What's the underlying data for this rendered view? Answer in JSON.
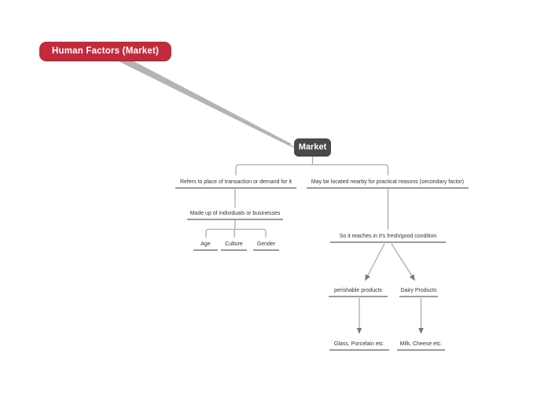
{
  "app": {
    "type": "mind-map",
    "background": "#ffffff"
  },
  "palette": {
    "root_node_bg": "#c32b3c",
    "market_node_bg": "#4a4a4a",
    "node_text": "#ffffff",
    "label_text": "#333333",
    "line": "#ababab",
    "underline": "#9c9c9c",
    "arrowhead": "#777777",
    "taper_line": "#b4b4b4"
  },
  "nodes": {
    "root": {
      "label": "Human Factors (Market)",
      "color": "#c32b3c"
    },
    "market": {
      "label": "Market",
      "color": "#4a4a4a"
    }
  },
  "branches": {
    "refers": {
      "label": "Refers to place of transaction or demand for it"
    },
    "located": {
      "label": "May be located nearby for practical reasons (secondary factor)"
    },
    "made_up": {
      "label": "Made up of individuals or businesses"
    },
    "age": {
      "label": "Age"
    },
    "culture": {
      "label": "Culture"
    },
    "gender": {
      "label": "Gender"
    },
    "fresh": {
      "label": "So it reaches in it's fresh/good condition"
    },
    "perishable": {
      "label": "perishable products"
    },
    "dairy": {
      "label": "Dairy Products"
    },
    "glass": {
      "label": "Glass, Porcelain etc."
    },
    "milk": {
      "label": "Milk, Cheese etc."
    }
  }
}
